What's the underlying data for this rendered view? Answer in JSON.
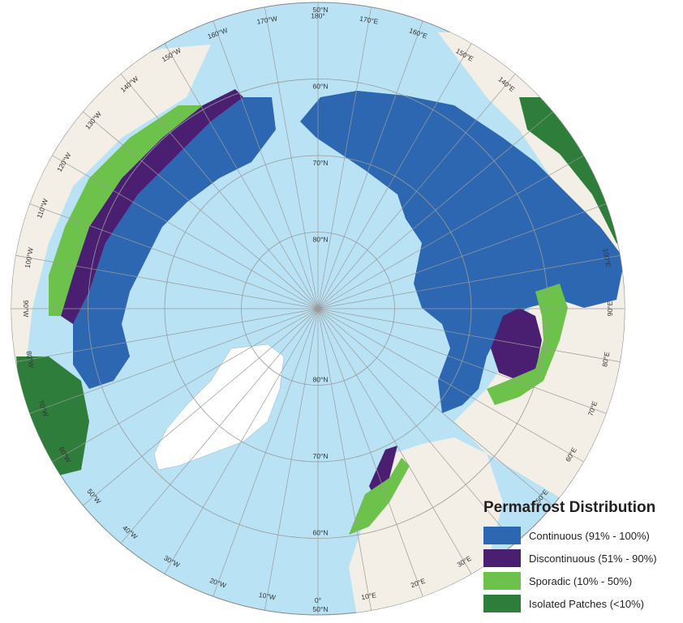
{
  "map": {
    "longitude_labels": [
      {
        "text": "180°",
        "lon": 180
      },
      {
        "text": "170°E",
        "lon": 170
      },
      {
        "text": "160°E",
        "lon": 160
      },
      {
        "text": "150°E",
        "lon": 150
      },
      {
        "text": "140°E",
        "lon": 140
      },
      {
        "text": "100°E",
        "lon": 100
      },
      {
        "text": "90°E",
        "lon": 90
      },
      {
        "text": "80°E",
        "lon": 80
      },
      {
        "text": "70°E",
        "lon": 70
      },
      {
        "text": "60°E",
        "lon": 60
      },
      {
        "text": "50°E",
        "lon": 50
      },
      {
        "text": "30°E",
        "lon": 30
      },
      {
        "text": "20°E",
        "lon": 20
      },
      {
        "text": "10°E",
        "lon": 10
      },
      {
        "text": "0°",
        "lon": 0
      },
      {
        "text": "10°W",
        "lon": -10
      },
      {
        "text": "20°W",
        "lon": -20
      },
      {
        "text": "30°W",
        "lon": -30
      },
      {
        "text": "40°W",
        "lon": -40
      },
      {
        "text": "50°W",
        "lon": -50
      },
      {
        "text": "60°W",
        "lon": -60
      },
      {
        "text": "70°W",
        "lon": -70
      },
      {
        "text": "80°W",
        "lon": -80
      },
      {
        "text": "90°W",
        "lon": -90
      },
      {
        "text": "100°W",
        "lon": -100
      },
      {
        "text": "110°W",
        "lon": -110
      },
      {
        "text": "120°W",
        "lon": -120
      },
      {
        "text": "130°W",
        "lon": -130
      },
      {
        "text": "140°W",
        "lon": -140
      },
      {
        "text": "150°W",
        "lon": -150
      },
      {
        "text": "160°W",
        "lon": -160
      },
      {
        "text": "170°W",
        "lon": -170
      }
    ],
    "latitude_labels_upper": [
      {
        "text": "50°N",
        "lat": 50
      },
      {
        "text": "60°N",
        "lat": 60
      },
      {
        "text": "70°N",
        "lat": 70
      },
      {
        "text": "80°N",
        "lat": 80
      }
    ],
    "latitude_labels_lower": [
      {
        "text": "80°N",
        "lat": 80
      },
      {
        "text": "70°N",
        "lat": 70
      },
      {
        "text": "60°N",
        "lat": 60
      },
      {
        "text": "50°N",
        "lat": 50
      }
    ],
    "colors": {
      "ocean": "#b9e3f5",
      "land": "#f4efe6",
      "ice": "#ffffff",
      "graticule": "#9a9a9a",
      "continuous": "#2d67b2",
      "discontinuous": "#4a1f72",
      "sporadic": "#6cc24a",
      "isolated": "#2e7d3a"
    }
  },
  "legend": {
    "title": "Permafrost Distribution",
    "items": [
      {
        "label": "Continuous (91% - 100%)",
        "color": "#2d67b2"
      },
      {
        "label": "Discontinuous (51% - 90%)",
        "color": "#4a1f72"
      },
      {
        "label": "Sporadic (10% - 50%)",
        "color": "#6cc24a"
      },
      {
        "label": "Isolated Patches (<10%)",
        "color": "#2e7d3a"
      }
    ]
  }
}
